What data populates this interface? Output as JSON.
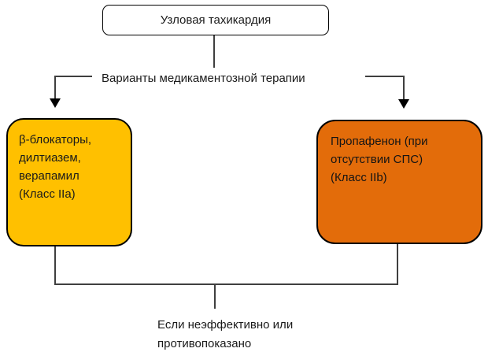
{
  "diagram": {
    "title": "Узловая тахикардия",
    "root_box": {
      "label": "Узловая тахикардия"
    },
    "branch_label": "Варианты медикаментозной терапии",
    "left_box": {
      "lines": [
        "β-блокаторы,",
        "дилтиазем,",
        "верапамил",
        "(Класс IIa)"
      ],
      "fill_color": "#FFC000"
    },
    "right_box": {
      "lines": [
        "Пропафенон (при",
        "отсутствии СПС)",
        "(Класс IIb)"
      ],
      "fill_color": "#E36C0A"
    },
    "footer_label": {
      "line1": "Если неэффективно или",
      "line2": "противопоказано"
    },
    "colors": {
      "root_box_fill": "#FFFFFF",
      "left_box_fill": "#FFC000",
      "right_box_fill": "#E36C0A",
      "border": "#000000",
      "connector": "#3F3F3F",
      "text": "#1A1A1A"
    }
  }
}
